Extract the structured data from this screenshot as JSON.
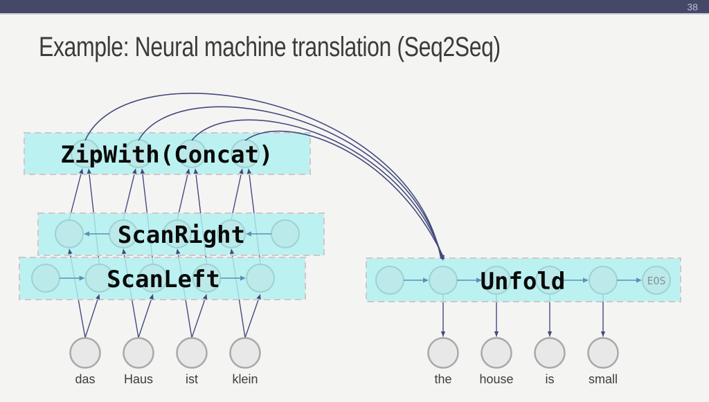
{
  "header": {
    "page_number": "38"
  },
  "title": "Example: Neural machine translation (Seq2Seq)",
  "colors": {
    "header_bar": "#464868",
    "header_divider": "#cacadd",
    "background": "#f4f4f3",
    "box_fill_cyan": "#bef2f1",
    "box_border": "#d2c6c6",
    "state_node_fill": "#bce9e9",
    "state_node_stroke": "#9dd2d1",
    "word_node_fill": "#e8e8e8",
    "word_node_stroke": "#a9a9a9",
    "arrow_navy": "#44497b",
    "arrow_steel": "#5a90b4"
  },
  "diagram": {
    "encoder": {
      "zipwith_label": "ZipWith(Concat)",
      "scanright_label": "ScanRight",
      "scanleft_label": "ScanLeft",
      "source_words": [
        "das",
        "Haus",
        "ist",
        "klein"
      ]
    },
    "decoder": {
      "unfold_label": "Unfold",
      "eos_label": "EOS",
      "target_words": [
        "the",
        "house",
        "is",
        "small"
      ]
    }
  }
}
